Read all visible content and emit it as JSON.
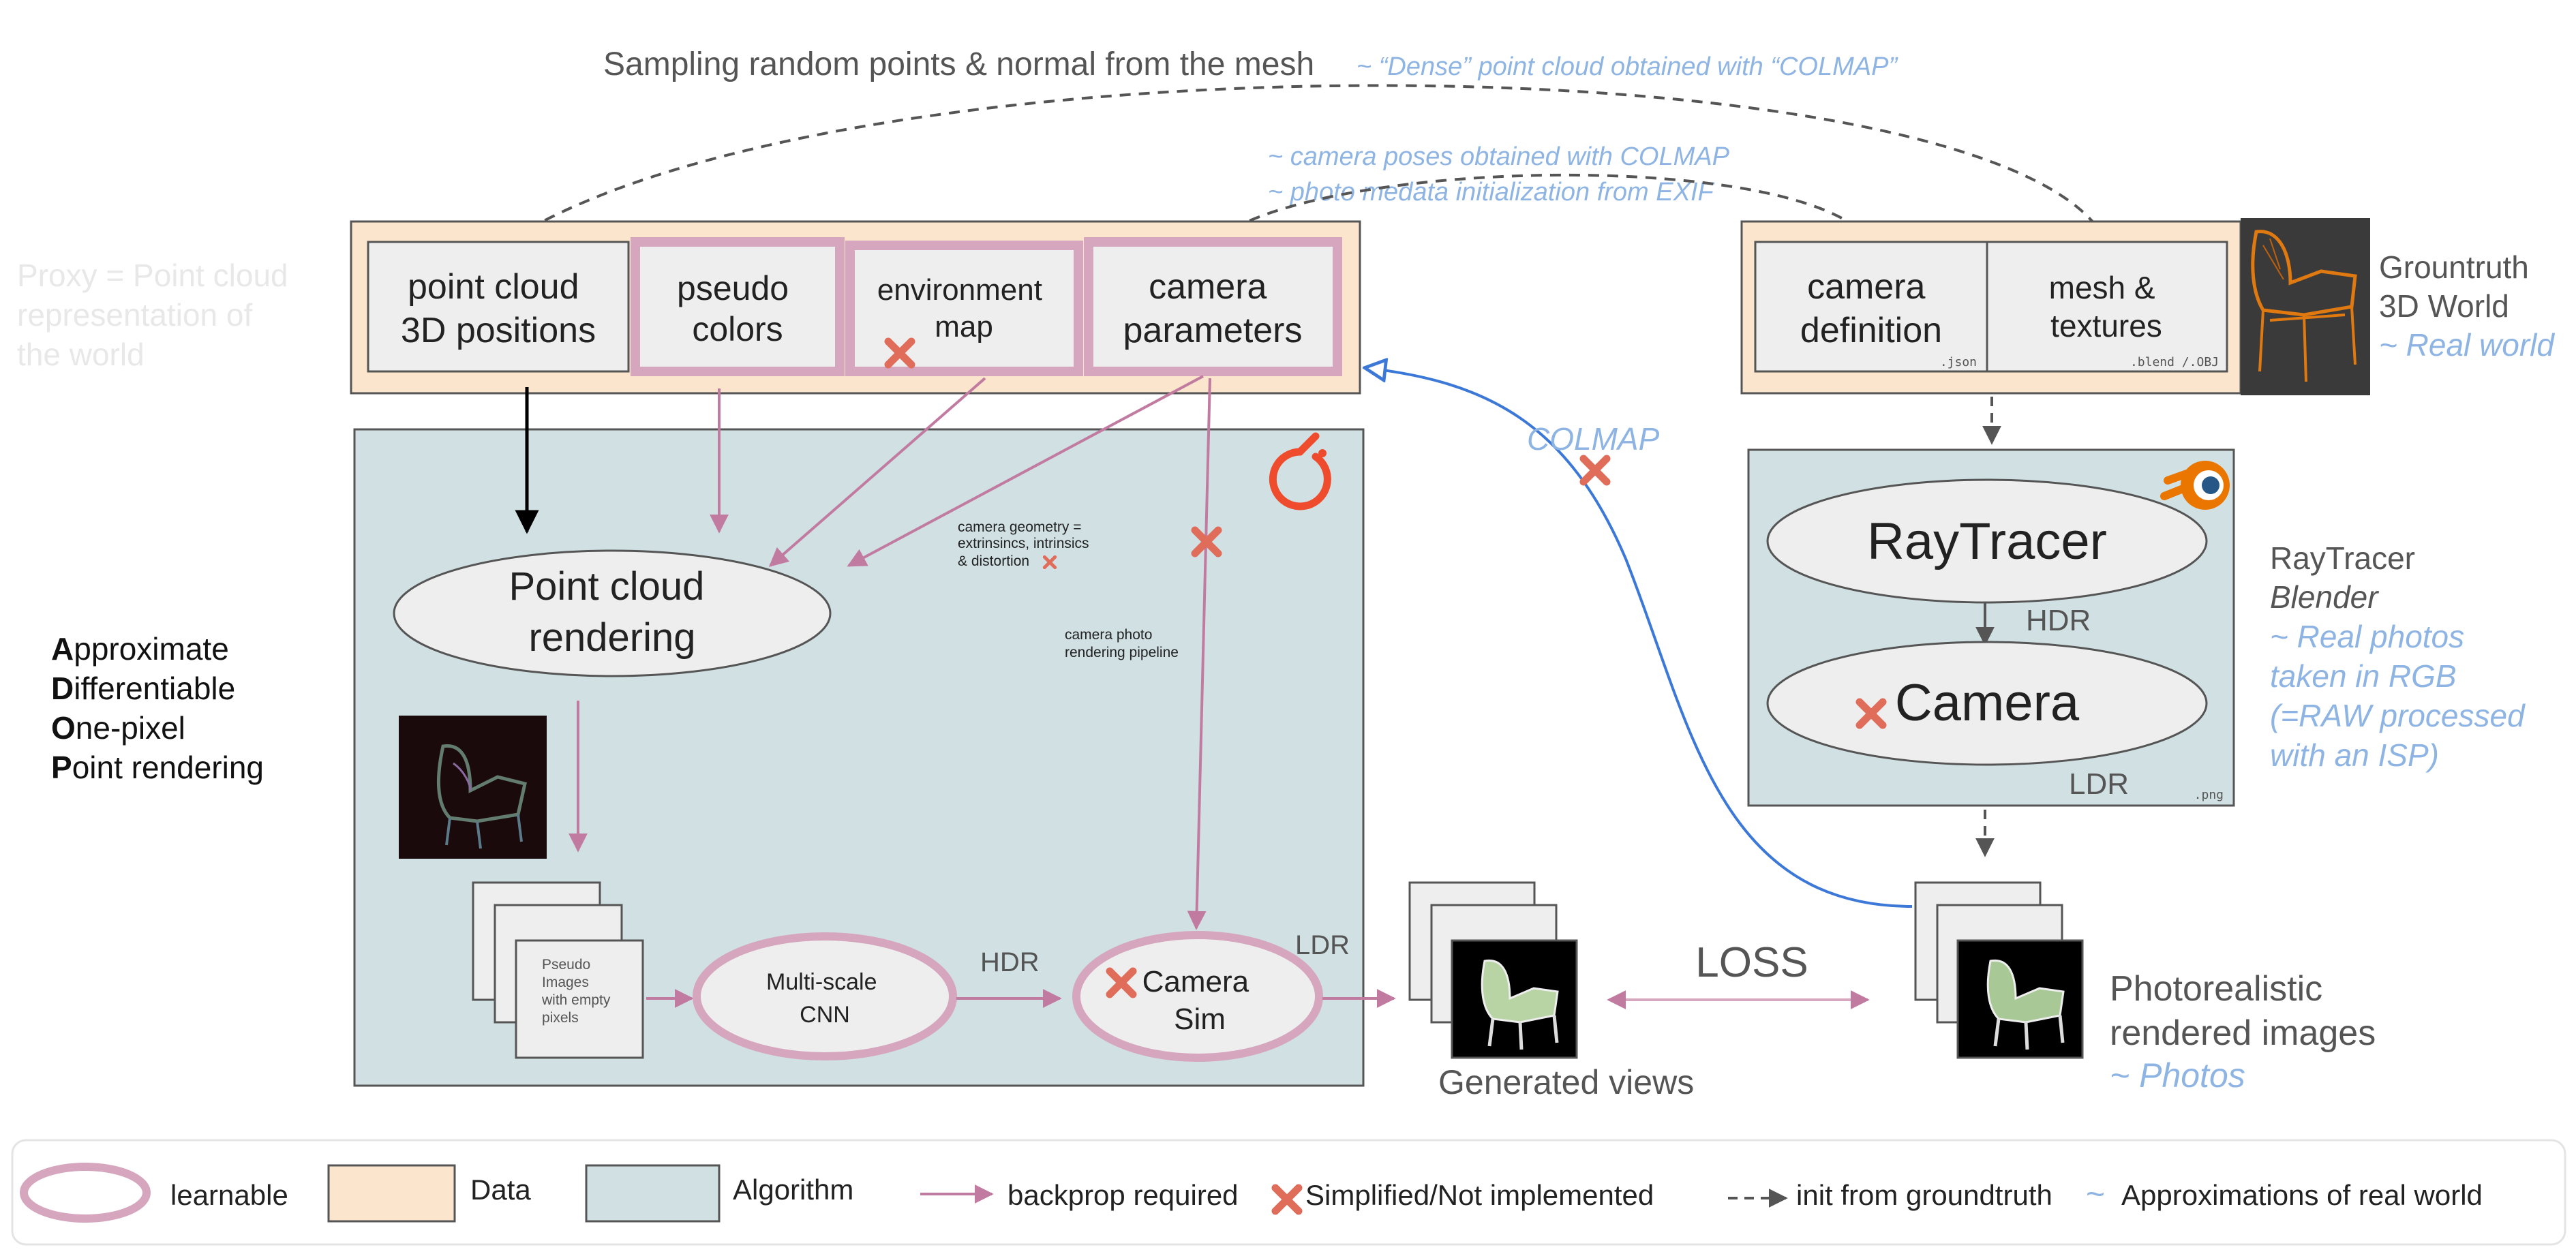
{
  "top_notes": {
    "sampling": "Sampling random points & normal from the mesh",
    "dense_approx": "~ “Dense” point cloud obtained with “COLMAP”",
    "camera_poses_approx": "~ camera poses obtained with COLMAP",
    "photo_metadata_approx": "~ photo medata initialization from EXIF",
    "proxy_note": [
      "Proxy = Point cloud",
      "representation of",
      "the world"
    ]
  },
  "proxy_data": {
    "point_cloud": [
      "point cloud",
      "3D positions"
    ],
    "pseudo_colors": [
      "pseudo",
      "colors"
    ],
    "environment_map": [
      "environment",
      "map"
    ],
    "camera_parameters": [
      "camera",
      "parameters"
    ]
  },
  "algorithm": {
    "point_cloud_rendering": [
      "Point cloud",
      "rendering"
    ],
    "camera_geometry_note": [
      "camera geometry =",
      "extrinsincs, intrinsics",
      "& distortion"
    ],
    "camera_photo_note": [
      "camera photo",
      "rendering pipeline"
    ],
    "pseudo_images": [
      "Pseudo",
      "Images",
      "with empty",
      "pixels"
    ],
    "multiscale_cnn": [
      "Multi-scale",
      "CNN"
    ],
    "hdr": "HDR",
    "camera_sim": [
      "Camera",
      "Sim"
    ],
    "ldr": "LDR"
  },
  "adop_label": {
    "lines": [
      {
        "first": "A",
        "rest": "pproximate"
      },
      {
        "first": "D",
        "rest": "ifferentiable"
      },
      {
        "first": "O",
        "rest": "ne-pixel"
      },
      {
        "first": "P",
        "rest": "oint rendering"
      }
    ]
  },
  "generated_views": "Generated views",
  "loss": "LOSS",
  "colmap": "COLMAP",
  "groundtruth": {
    "camera_definition": [
      "camera",
      "definition"
    ],
    "camera_definition_ext": ".json",
    "mesh_textures": [
      "mesh &",
      "textures"
    ],
    "mesh_textures_ext": ".blend /.OBJ",
    "title": [
      "Grountruth",
      "3D World"
    ],
    "approx": "~ Real world"
  },
  "raytracer_block": {
    "raytracer": "RayTracer",
    "hdr": "HDR",
    "camera": "Camera",
    "ldr": "LDR",
    "ext": ".png",
    "side_title": "RayTracer",
    "side_subtitle": "Blender",
    "side_approx": [
      " ~ Real photos",
      "taken in RGB",
      "(=RAW processed",
      "with an ISP)"
    ]
  },
  "photorealistic": {
    "title": [
      "Photorealistic",
      "rendered images"
    ],
    "approx": "~ Photos"
  },
  "legend": {
    "learnable": "learnable",
    "data": "Data",
    "algorithm": "Algorithm",
    "backprop": "backprop required",
    "simplified": "Simplified/Not implemented",
    "init": "init from groundtruth",
    "approx_symbol": "~",
    "approx": "Approximations of real world"
  },
  "colors": {
    "data_fill": "#fce5cd",
    "algorithm_fill": "#d0e0e3",
    "learnable_stroke": "#d5a6bd",
    "backprop_arrow": "#c27ba0",
    "cross": "#e06c5a",
    "approx_text": "#8eb4e3",
    "colmap_arrow": "#3c78d8",
    "ghost_text": "#e8e8e8"
  }
}
